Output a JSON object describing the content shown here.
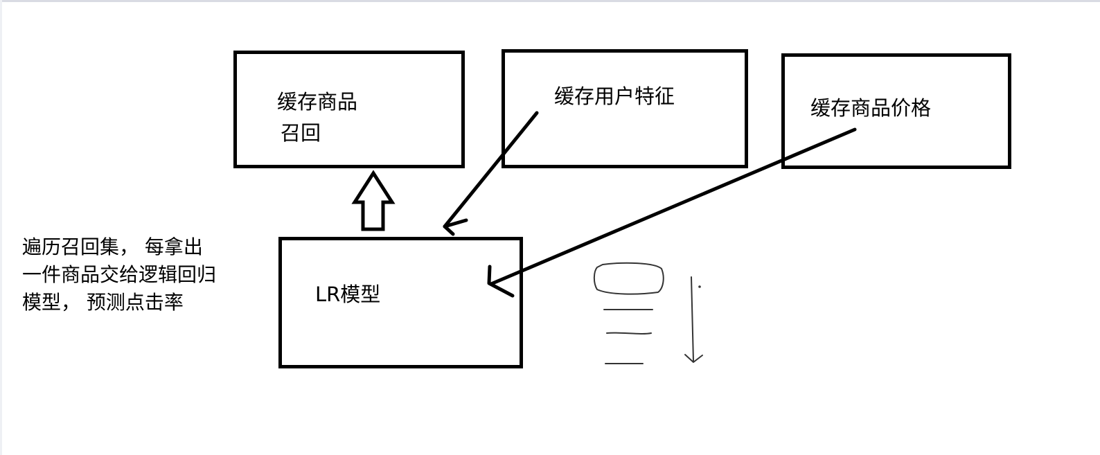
{
  "diagram": {
    "nodes": {
      "recall_cache": {
        "line1": "缓存商品",
        "line2": "召回"
      },
      "user_features_cache": {
        "label": "缓存用户特征"
      },
      "price_cache": {
        "label": "缓存商品价格"
      },
      "lr_model": {
        "label": "LR模型"
      }
    },
    "note": {
      "line1": "遍历召回集，  每拿出",
      "line2": "一件商品交给逻辑回归",
      "line3": "模型，  预测点击率"
    },
    "edges": [
      {
        "from": "lr_model",
        "to": "recall_cache",
        "style": "hollow-block-arrow"
      },
      {
        "from": "user_features_cache",
        "to": "lr_model",
        "style": "line-arrow"
      },
      {
        "from": "price_cache",
        "to": "lr_model",
        "style": "line-arrow"
      }
    ],
    "colors": {
      "stroke": "#000000",
      "background": "#ffffff",
      "sketch": "#333333"
    }
  }
}
